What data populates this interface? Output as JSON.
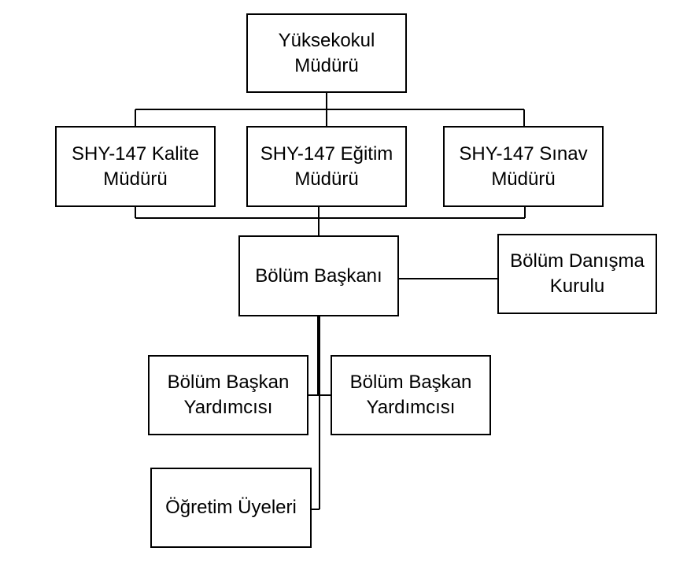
{
  "org_chart": {
    "nodes": {
      "director": "Yüksekokul\nMüdürü",
      "quality": "SHY-147 Kalite\nMüdürü",
      "training": "SHY-147 Eğitim\nMüdürü",
      "exam": "SHY-147 Sınav\nMüdürü",
      "head": "Bölüm Başkanı",
      "advisory": "Bölüm Danışma\nKurulu",
      "deputy_left": "Bölüm Başkan\nYardımcısı",
      "deputy_right": "Bölüm Başkan\nYardımcısı",
      "faculty": "Öğretim Üyeleri"
    }
  }
}
